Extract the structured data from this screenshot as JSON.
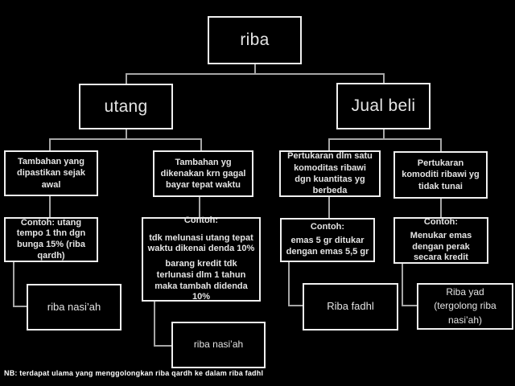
{
  "nodes": {
    "root": {
      "label": "riba"
    },
    "utang": {
      "label": "utang"
    },
    "jual_beli": {
      "label": "Jual beli"
    },
    "tambahan_awal": {
      "label": "Tambahan yang dipastikan sejak awal"
    },
    "tambahan_denda": {
      "label": "Tambahan yg dikenakan krn gagal bayar tepat waktu"
    },
    "pertukaran_kuantitas": {
      "label": "Pertukaran dlm satu komoditas ribawi dgn kuantitas yg berbeda"
    },
    "pertukaran_tunai": {
      "label": "Pertukaran komoditi ribawi yg tidak tunai"
    },
    "contoh_qardh": {
      "text": "Contoh: utang tempo 1 thn dgn bunga 15% (riba qardh)"
    },
    "contoh_denda": {
      "heading": "Contoh:",
      "para1": "tdk melunasi utang tepat waktu dikenai denda 10%",
      "para2": "barang kredit tdk terlunasi dlm 1 tahun maka tambah didenda 10%"
    },
    "contoh_emas": {
      "heading": "Contoh:",
      "body": "emas 5 gr ditukar dengan emas 5,5 gr"
    },
    "contoh_perak": {
      "heading": "Contoh:",
      "body": "Menukar emas dengan perak secara kredit"
    },
    "riba_nasiah_1": {
      "label": "riba nasi’ah"
    },
    "riba_nasiah_2": {
      "label": "riba nasi’ah"
    },
    "riba_fadhl": {
      "label": "Riba fadhl"
    },
    "riba_yad": {
      "line1": "Riba yad",
      "line2": "(tergolong riba nasi’ah)"
    }
  },
  "note": "NB: terdapat ulama yang menggolongkan riba qardh ke dalam riba fadhl",
  "colors": {
    "background": "#000000",
    "box_border": "#f0f0f0",
    "connector": "#a6a6a6",
    "text": "#e4e4e4"
  }
}
